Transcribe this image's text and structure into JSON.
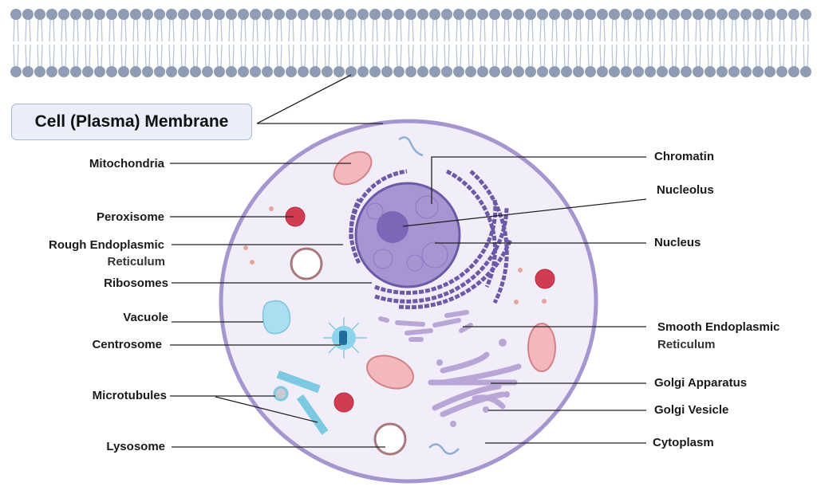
{
  "title": "Cell (Plasma) Membrane",
  "labels_left": {
    "mitochondria": "Mitochondria",
    "peroxisome": "Peroxisome",
    "rough_er_line1": "Rough Endoplasmic",
    "rough_er_line2": "Reticulum",
    "ribosomes": "Ribosomes",
    "vacuole": "Vacuole",
    "centrosome": "Centrosome",
    "microtubules": "Microtubules",
    "lysosome": "Lysosome"
  },
  "labels_right": {
    "chromatin": "Chromatin",
    "nucleolus": "Nucleolus",
    "nucleus": "Nucleus",
    "smooth_er_line1": "Smooth Endoplasmic",
    "smooth_er_line2": "Reticulum",
    "golgi_apparatus": "Golgi Apparatus",
    "golgi_vesicle": "Golgi Vesicle",
    "cytoplasm": "Cytoplasm"
  },
  "colors": {
    "membrane_heads": "#8f9db4",
    "membrane_tails": "#b9c4d4",
    "cell_fill": "#f1eef9",
    "cell_border": "#a596cf",
    "nucleus": "#a795d2",
    "er": "#6c5aa8",
    "mitochondria": "#f2b8bb",
    "peroxisome": "#d23c50",
    "vacuole": "#a9dff0",
    "golgi": "#b9a5d6"
  }
}
